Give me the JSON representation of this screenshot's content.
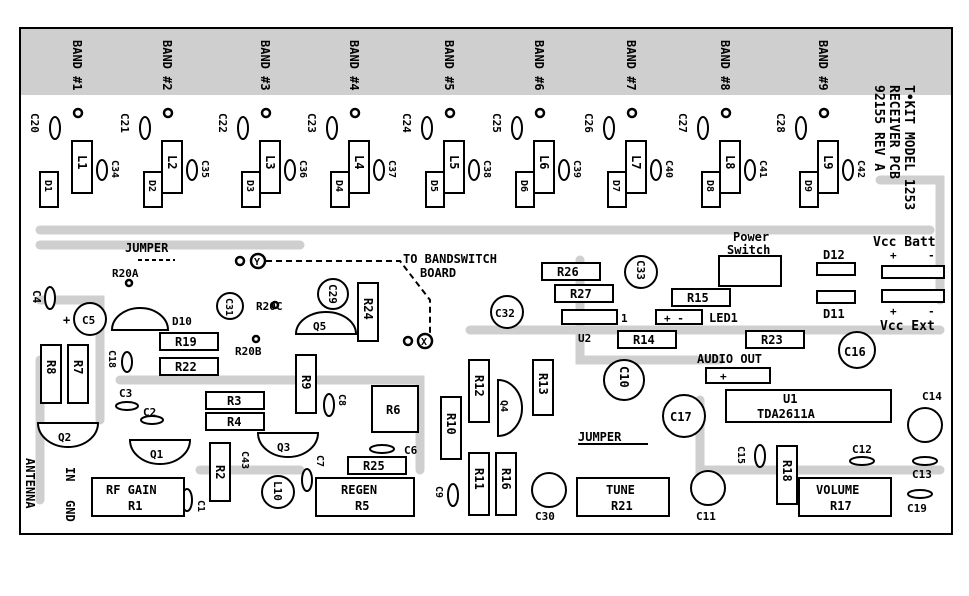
{
  "board": {
    "title_lines": [
      "T•KIT MODEL 1253",
      "RECEIVER PCB",
      "92155 REV A"
    ],
    "bands": [
      "BAND #1",
      "BAND #2",
      "BAND #3",
      "BAND #4",
      "BAND #5",
      "BAND #6",
      "BAND #7",
      "BAND #8",
      "BAND #9"
    ],
    "band_caps": [
      "C20",
      "C21",
      "C22",
      "C23",
      "C24",
      "C25",
      "C26",
      "C27",
      "C28"
    ],
    "coils": [
      "L1",
      "L2",
      "L3",
      "L4",
      "L5",
      "L6",
      "L7",
      "L8",
      "L9"
    ],
    "coil_caps": [
      "C34",
      "C35",
      "C36",
      "C37",
      "C38",
      "C39",
      "C40",
      "C41",
      "C42"
    ],
    "diodes": [
      "D1",
      "D2",
      "D3",
      "D4",
      "D5",
      "D6",
      "D7",
      "D8",
      "D9"
    ],
    "labels": {
      "jumper_top": "JUMPER",
      "jumper_mid": "JUMPER",
      "to_bandswitch": "TO BANDSWITCH",
      "board": "BOARD",
      "y_pad": "Y",
      "x_pad": "X",
      "power": "Power",
      "switch": "Switch",
      "vcc_batt": "Vcc Batt",
      "vcc_ext": "Vcc Ext",
      "plus": "+",
      "minus": "-",
      "audio_out": "AUDIO OUT",
      "u1": "U1",
      "u1_part": "TDA2611A",
      "u2": "U2",
      "one": "1",
      "led1": "LED1",
      "led_pol": "+ -",
      "antenna": "ANTENNA",
      "in": "IN",
      "gnd": "GND",
      "rf_gain": "RF GAIN",
      "r1": "R1",
      "regen": "REGEN",
      "r5": "R5",
      "tune": "TUNE",
      "r21": "R21",
      "volume": "VOLUME",
      "r17": "R17"
    },
    "resistors": {
      "R26": "R26",
      "R27": "R27",
      "R15": "R15",
      "R14": "R14",
      "R23": "R23",
      "R19": "R19",
      "R22": "R22",
      "R3": "R3",
      "R4": "R4",
      "R25": "R25",
      "R24": "R24",
      "R9": "R9",
      "R10": "R10",
      "R12": "R12",
      "R13": "R13",
      "R11": "R11",
      "R16": "R16",
      "R18": "R18",
      "R2": "R2",
      "R8": "R8",
      "R7": "R7",
      "R6": "R6",
      "R20A": "R20A",
      "R20B": "R20B",
      "R20C": "R20C"
    },
    "caps": {
      "C4": "C4",
      "C5": "C5",
      "C31": "C31",
      "C29": "C29",
      "C32": "C32",
      "C33": "C33",
      "C16": "C16",
      "C10": "C10",
      "C17": "C17",
      "C14": "C14",
      "C18": "C18",
      "C3": "C3",
      "C2": "C2",
      "C8": "C8",
      "C6": "C6",
      "C43": "C43",
      "C7": "C7",
      "C9": "C9",
      "C1": "C1",
      "C30": "C30",
      "C11": "C11",
      "C15": "C15",
      "C12": "C12",
      "C13": "C13",
      "C19": "C19"
    },
    "semis": {
      "Q1": "Q1",
      "Q2": "Q2",
      "Q3": "Q3",
      "Q4": "Q4",
      "Q5": "Q5",
      "D10": "D10",
      "D11": "D11",
      "D12": "D12",
      "L10": "L10"
    }
  }
}
